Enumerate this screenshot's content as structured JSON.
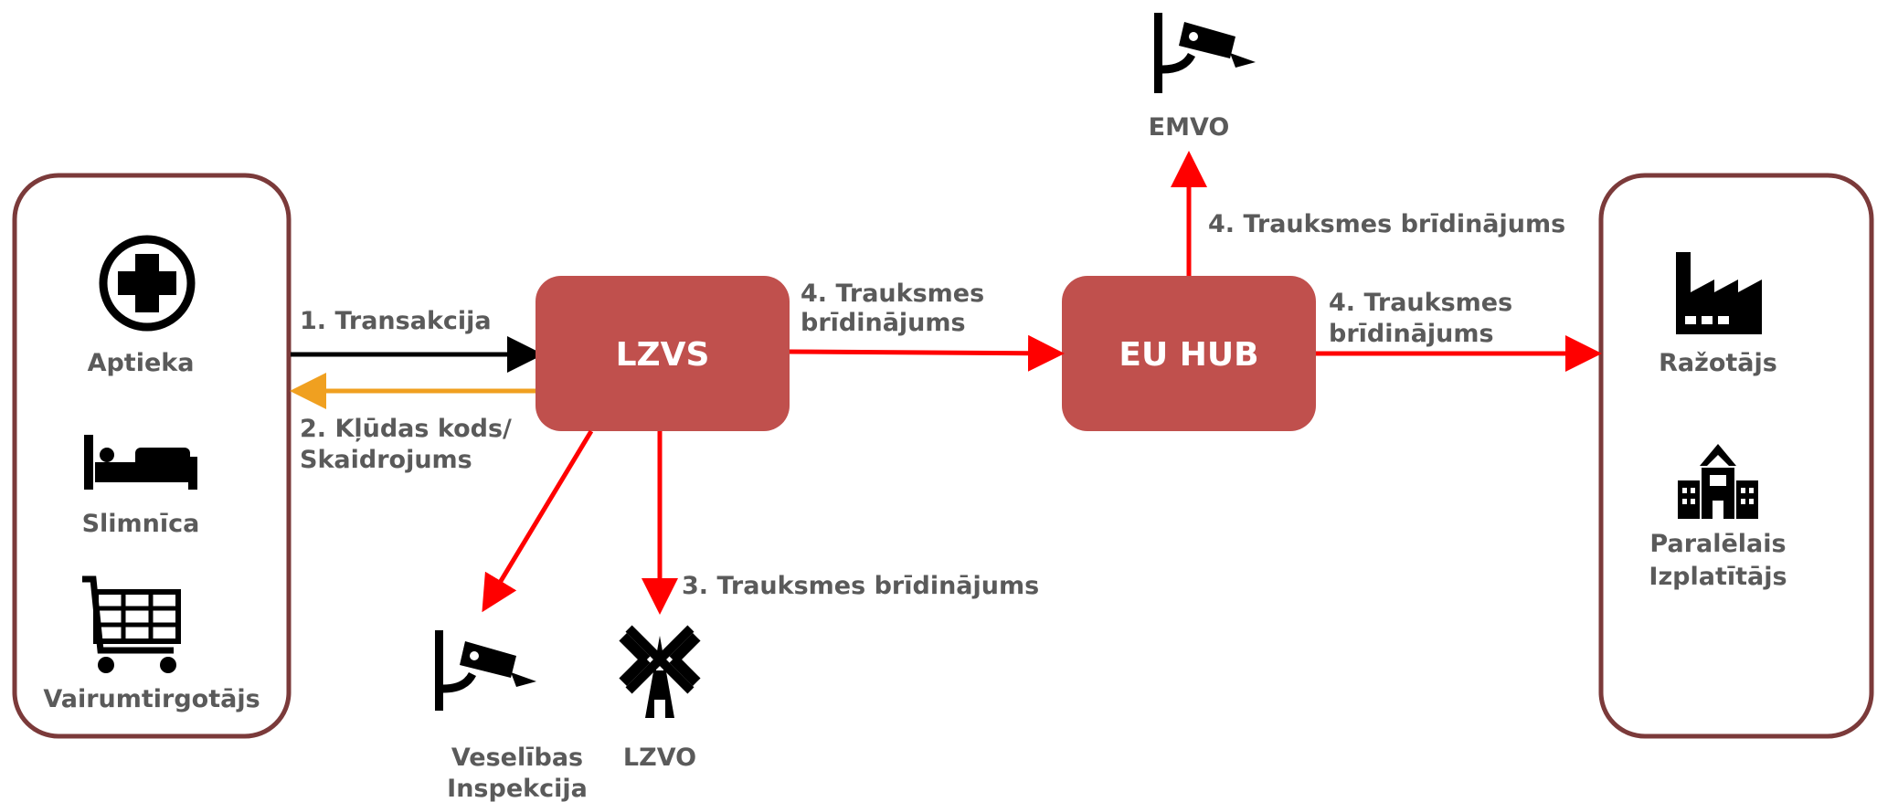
{
  "colors": {
    "container_border": "#7b3a3a",
    "node_fill": "#c0504d",
    "alert_arrow": "#ff0000",
    "error_arrow": "#f0a020",
    "transaction_arrow": "#000000",
    "icon": "#000000",
    "label": "#5a5a5a"
  },
  "left_group": {
    "items": [
      {
        "label": "Aptieka",
        "icon": "medical-cross-icon"
      },
      {
        "label": "Slimnīca",
        "icon": "hospital-bed-icon"
      },
      {
        "label": "Vairumtirgotājs",
        "icon": "shopping-cart-icon"
      }
    ]
  },
  "right_group": {
    "items": [
      {
        "label": "Ražotājs",
        "icon": "factory-icon"
      },
      {
        "label_line1": "Paralēlais",
        "label_line2": "Izplatītājs",
        "icon": "school-building-icon"
      }
    ]
  },
  "nodes": {
    "lzvs": "LZVS",
    "eu_hub": "EU HUB"
  },
  "endpoints": {
    "emvo": {
      "label": "EMVO",
      "icon": "security-camera-icon"
    },
    "inspekcija": {
      "label_line1": "Veselības",
      "label_line2": "Inspekcija",
      "icon": "security-camera-icon"
    },
    "lzvo": {
      "label": "LZVO",
      "icon": "windmill-icon"
    }
  },
  "arrows": {
    "transakcija": "1. Transakcija",
    "kluda_line1": "2. Kļūdas kods/",
    "kluda_line2": "Skaidrojums",
    "lzvo_alert": "3. Trauksmes brīdinājums",
    "lzvs_hub_line1": "4. Trauksmes",
    "lzvs_hub_line2": "brīdinājums",
    "hub_emvo": "4. Trauksmes brīdinājums",
    "hub_manuf_line1": "4. Trauksmes",
    "hub_manuf_line2": "brīdinājums"
  }
}
